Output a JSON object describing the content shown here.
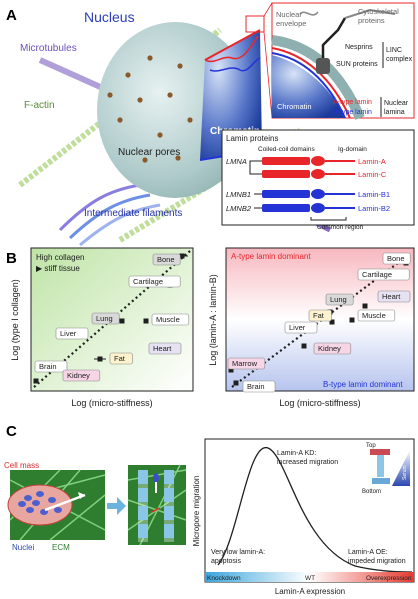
{
  "panel_a": {
    "letter": "A",
    "nucleus_label": "Nucleus",
    "microtubules": "Microtubules",
    "factin": "F-actin",
    "nuclear_pores": "Nuclear pores",
    "chromatin": "Chromatin",
    "intermediate_filaments": "Intermediate filaments",
    "inset": {
      "nuclear_envelope": "Nuclear\nenvelope",
      "cytoskeletal_proteins": "Cytoskeletal\nproteins",
      "nesprins": "Nesprins",
      "sun_proteins": "SUN proteins",
      "linc_complex": "LINC\ncomplex",
      "chromatin": "Chromatin",
      "a_type_lamin": "A-type lamin",
      "b_type_lamin": "B-type lamin",
      "nuclear_lamina": "Nuclear\nlamina"
    },
    "lamin_box": {
      "title": "Lamin proteins",
      "coiled_coil": "Coiled-coil domains",
      "ig_domain": "Ig-domain",
      "rows": [
        {
          "gene": "LMNA",
          "protein": "Lamin-A",
          "color": "#e8262a"
        },
        {
          "gene": "",
          "protein": "Lamin-C",
          "color": "#e8262a"
        },
        {
          "gene": "LMNB1",
          "protein": "Lamin-B1",
          "color": "#2433d6"
        },
        {
          "gene": "LMNB2",
          "protein": "Lamin-B2",
          "color": "#2433d6"
        }
      ],
      "common_region": "Common region"
    }
  },
  "panel_b": {
    "letter": "B",
    "left": {
      "ylabel": "Log (type I collagen)",
      "xlabel": "Log (micro-stiffness)",
      "note_line1": "High collagen",
      "note_line2": "▶ stiff tissue",
      "tissues": [
        {
          "name": "Bone",
          "color": "#d9d9d9"
        },
        {
          "name": "Cartilage",
          "color": "#ffffff"
        },
        {
          "name": "Lung",
          "color": "#d9d9d9"
        },
        {
          "name": "Muscle",
          "color": "#ffffff"
        },
        {
          "name": "Liver",
          "color": "#ffffff"
        },
        {
          "name": "Fat",
          "color": "#fff3cf"
        },
        {
          "name": "Heart",
          "color": "#e6e2f3"
        },
        {
          "name": "Brain",
          "color": "#ffffff"
        },
        {
          "name": "Kidney",
          "color": "#f6d6e6"
        }
      ]
    },
    "right": {
      "ylabel": "Log (lamin-A : lamin-B)",
      "xlabel": "Log (micro-stiffness)",
      "top_label": "A-type lamin dominant",
      "bottom_label": "B-type lamin dominant",
      "tissues": [
        {
          "name": "Bone",
          "color": "#ffffff"
        },
        {
          "name": "Cartilage",
          "color": "#ffffff"
        },
        {
          "name": "Heart",
          "color": "#e6e2f3"
        },
        {
          "name": "Lung",
          "color": "#d9d9d9"
        },
        {
          "name": "Fat",
          "color": "#fff3cf"
        },
        {
          "name": "Muscle",
          "color": "#ffffff"
        },
        {
          "name": "Liver",
          "color": "#ffffff"
        },
        {
          "name": "Kidney",
          "color": "#f6d6e6"
        },
        {
          "name": "Marrow",
          "color": "#f6d6e6"
        },
        {
          "name": "Brain",
          "color": "#ffffff"
        }
      ]
    }
  },
  "panel_c": {
    "letter": "C",
    "cell_mass": "Cell mass",
    "nuclei": "Nuclei",
    "ecm": "ECM",
    "graph": {
      "ylabel": "Micropore migration",
      "xlabel": "Lamin-A expression",
      "kd_line1": "Lamin-A KD:",
      "kd_line2": "increased migration",
      "top": "Top",
      "bottom": "Bottom",
      "serum": "Serum",
      "very_low_line1": "Very low lamin-A:",
      "very_low_line2": "apoptosis",
      "oe_line1": "Lamin-A OE:",
      "oe_line2": "impeded migration",
      "scale": [
        "Knockdown",
        "WT",
        "Overexpression"
      ]
    }
  }
}
